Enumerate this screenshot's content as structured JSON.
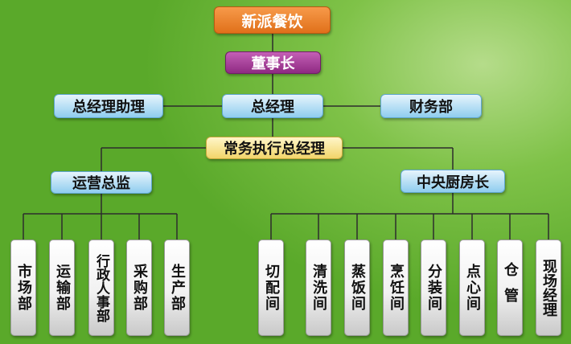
{
  "top": {
    "company": "新派餐饮",
    "board": "董事长"
  },
  "middle": {
    "assistant": "总经理助理",
    "gm": "总经理",
    "finance": "财务部"
  },
  "executive": "常务执行总经理",
  "operations": {
    "head": "运营总监",
    "departments": [
      "市场部",
      "运输部",
      "行政人事部",
      "采购部",
      "生产部"
    ]
  },
  "kitchen": {
    "head": "中央厨房长",
    "departments": [
      "切配间",
      "清洗间",
      "蒸饭间",
      "烹饪间",
      "分装间",
      "点心间",
      "仓管",
      "现场经理"
    ]
  },
  "colors": {
    "orange": "#e0701a",
    "purple": "#8e2a82",
    "blue": "#8fcdef",
    "yellow": "#f2d56a",
    "line": "#2d2d2d"
  }
}
